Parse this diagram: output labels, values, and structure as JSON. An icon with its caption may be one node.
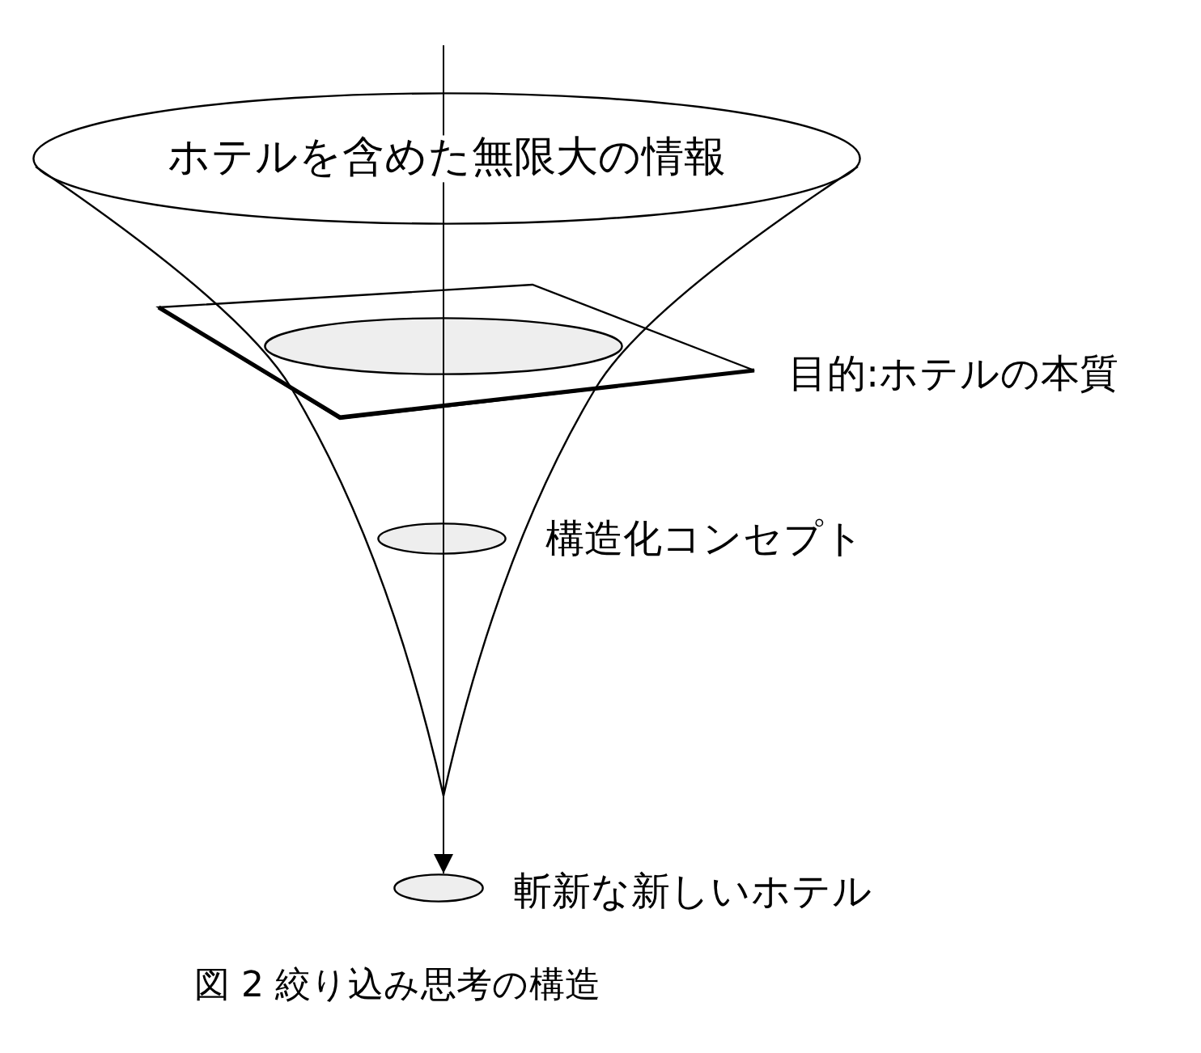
{
  "diagram": {
    "caption": "図 2 絞り込み思考の構造",
    "nodes": [
      {
        "text": [
          "ホテルを含めた無限大の情報"
        ]
      },
      {
        "text": [],
        "shape": "parallelogram",
        "beside": [
          "目的:ホテルの本質"
        ]
      },
      {
        "text": [],
        "shape": "ellipse",
        "in": 1
      },
      {
        "text": [],
        "shape": "ellipse",
        "beside": [
          "構造化コンセプト"
        ]
      },
      {
        "text": [],
        "shape": "ellipse",
        "beside": [
          "斬新な新しいホテル"
        ]
      }
    ],
    "edges": [
      {
        "from": null,
        "to": 4,
        "arrow": "to"
      }
    ]
  }
}
